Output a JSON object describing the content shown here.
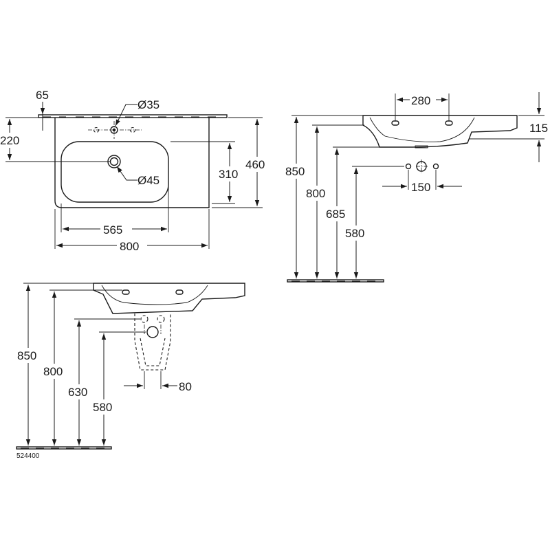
{
  "drawing": {
    "model_code": "524400",
    "top_view": {
      "tap_ledge_depth": "65",
      "tap_hole_diameter": "Ø35",
      "overflow_height": "220",
      "drain_diameter": "Ø45",
      "bowl_depth": "310",
      "total_depth": "460",
      "bowl_width": "565",
      "total_width": "800"
    },
    "side_view": {
      "fixing_hole_spacing": "280",
      "basin_height": "115",
      "waste_pipe_spacing": "150",
      "height_top": "850",
      "height_rim_under": "800",
      "height_685": "685",
      "height_580": "580"
    },
    "pedestal_view": {
      "height_top": "850",
      "height_800": "800",
      "height_630": "630",
      "height_580": "580",
      "pedestal_offset": "80"
    }
  }
}
